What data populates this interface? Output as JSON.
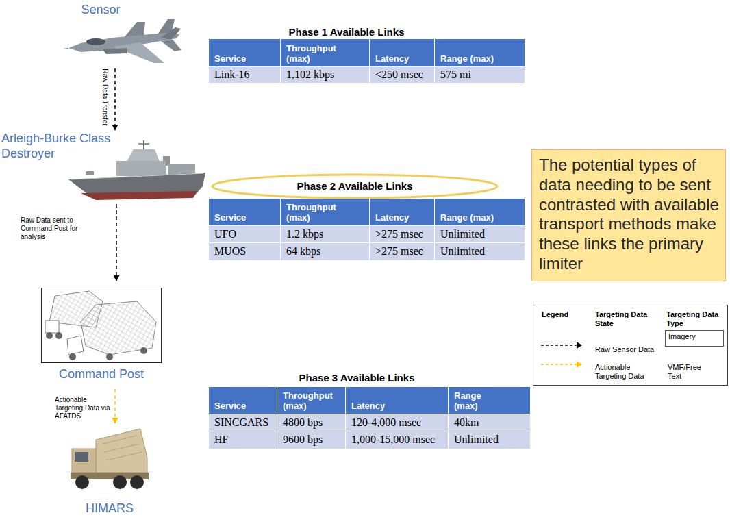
{
  "diagram": {
    "nodes": [
      {
        "text": [
          "Sensor"
        ]
      },
      {
        "text": [
          "Arleigh-Burke Class Destroyer"
        ]
      },
      {
        "text": [
          "Command Post"
        ]
      },
      {
        "text": [
          "HIMARS"
        ]
      },
      {
        "text": [
          "The potential types of data needing to be sent contrasted with available transport methods make these links the primary limiter"
        ]
      }
    ],
    "edges": [
      {
        "from": 0,
        "to": 1,
        "arrow": "to",
        "label": "Raw Data Transfer"
      },
      {
        "from": 1,
        "to": 2,
        "arrow": "to",
        "label": "Raw Data sent to Command Post for analysis"
      },
      {
        "from": 2,
        "to": 3,
        "arrow": "to",
        "label": "Actionable Targeting Data via AFATDS"
      }
    ],
    "labels": [
      "Phase 1 Available Links",
      "Service",
      "Throughput (max)",
      "Latency",
      "Range (max)",
      "Link-16",
      "1,102 kbps",
      "<250 msec",
      "575 mi",
      "Phase 2 Available Links",
      "Service",
      "Throughput (max)",
      "Latency",
      "Range (max)",
      "UFO",
      "1.2 kbps",
      ">275 msec",
      "Unlimited",
      "MUOS",
      "64 kbps",
      ">275 msec",
      "Unlimited",
      "Phase 3 Available Links",
      "Service",
      "Throughput (max)",
      "Latency",
      "Range (max)",
      "SINCGARS",
      "4800 bps",
      "120-4,000 msec",
      "40km",
      "HF",
      "9600 bps",
      "1,000-15,000 msec",
      "Unlimited",
      "Legend",
      "Targeting Data State",
      "Targeting Data Type",
      "Imagery",
      "VMF/Free Text"
    ],
    "legend": [
      {
        "text": "Raw Sensor Data"
      },
      {
        "text": "Actionable Targeting Data"
      }
    ]
  }
}
